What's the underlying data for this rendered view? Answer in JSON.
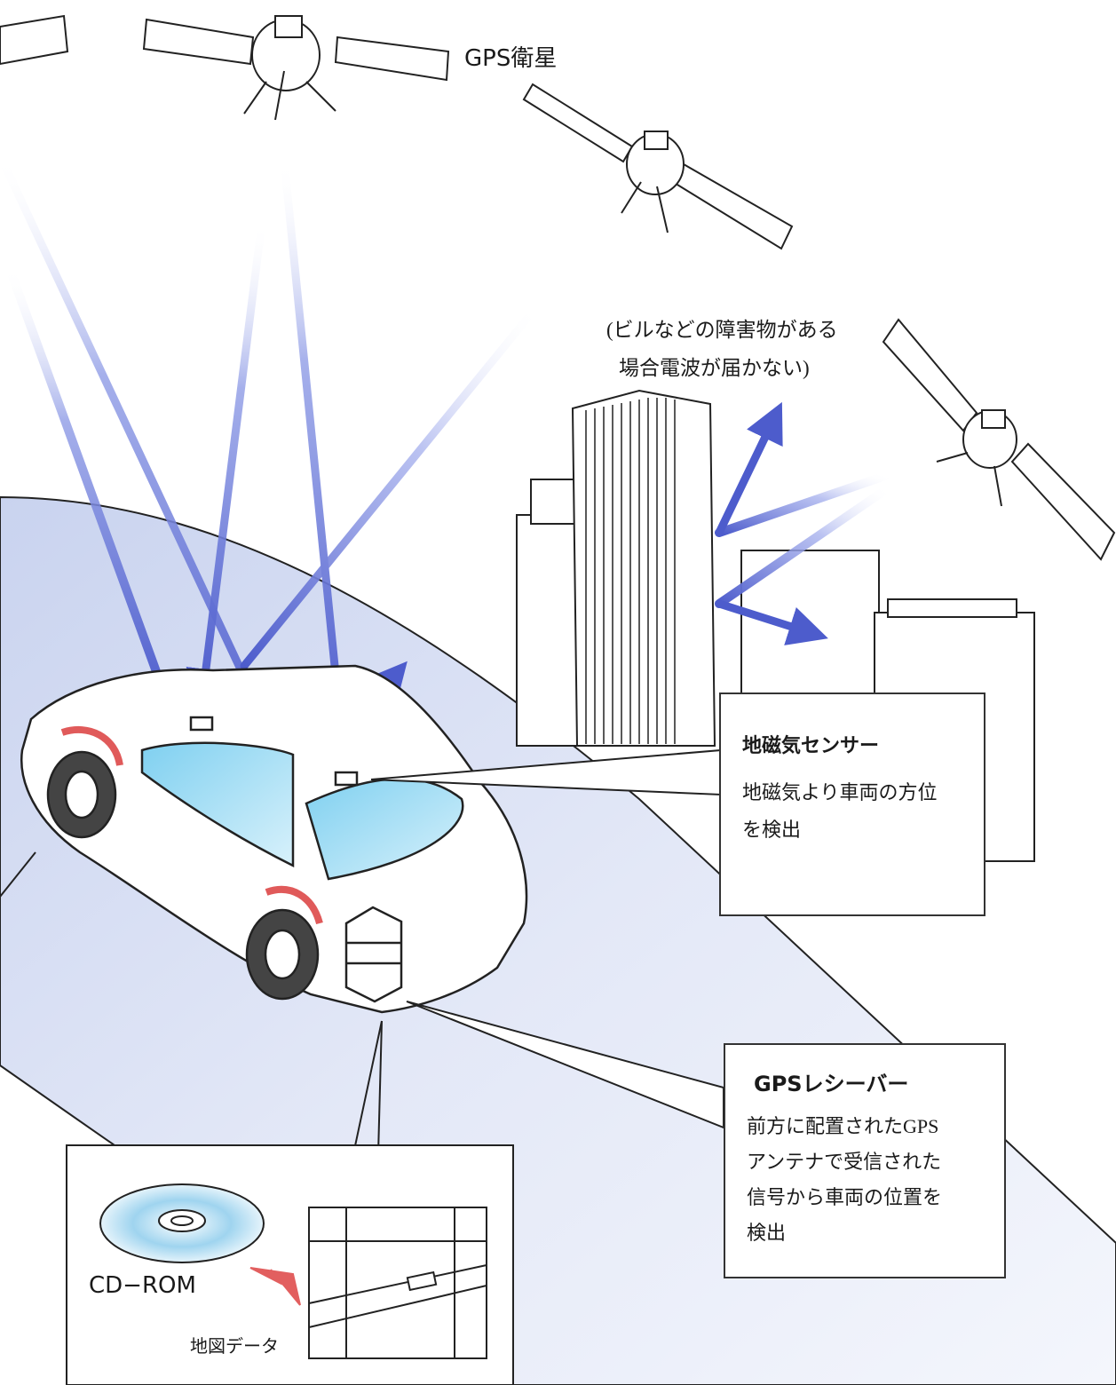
{
  "labels": {
    "gps_satellite": "GPS衛星",
    "obstacle_note_line1": "(ビルなどの障害物がある",
    "obstacle_note_line2": "場合電波が届かない)"
  },
  "geomagnetic_sensor": {
    "title": "地磁気センサー",
    "description": "地磁気より車両の方位\nを検出"
  },
  "gps_receiver": {
    "title": "GPSレシーバー",
    "description": "前方に配置されたGPS\nアンテナで受信された\n信号から車両の位置を\n検出"
  },
  "map_data_box": {
    "cdrom_label": "CD−ROM",
    "map_label": "地図データ"
  },
  "colors": {
    "signal_arrow": "#5f6fd8",
    "road": "#d4dcf2",
    "wheel_arrow": "#e05a5a",
    "glass": "#9fd8f0"
  },
  "icons": [
    "satellite-icon",
    "car-icon",
    "cd-rom-icon",
    "map-icon",
    "building-icon"
  ]
}
